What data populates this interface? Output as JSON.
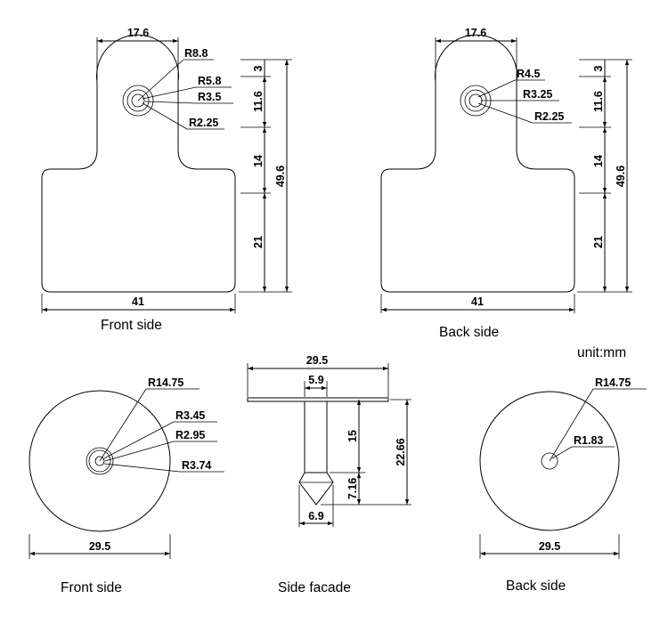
{
  "unit_label": "unit:mm",
  "captions": {
    "front_tag": "Front side",
    "back_tag": "Back side",
    "front_button": "Front side",
    "side_button": "Side facade",
    "back_button": "Back side"
  },
  "front_tag": {
    "top_width": "17.6",
    "r_outer": "R8.8",
    "r_ring": "R5.8",
    "r_hole": "R3.5",
    "r_inner": "R2.25",
    "d_top": "3",
    "d_neck": "11.6",
    "d_shoulder": "14",
    "d_body": "21",
    "d_total": "49.6",
    "bottom_width": "41"
  },
  "back_tag": {
    "top_width": "17.6",
    "r_outer": "R4.5",
    "r_mid": "R3.25",
    "r_inner": "R2.25",
    "d_top": "3",
    "d_neck": "11.6",
    "d_shoulder": "14",
    "d_body": "21",
    "d_total": "49.6",
    "bottom_width": "41"
  },
  "front_button": {
    "r_outer": "R14.75",
    "r_a": "R3.45",
    "r_b": "R2.95",
    "r_c": "R3.74",
    "width": "29.5"
  },
  "side_facade": {
    "width": "29.5",
    "stem_width": "5.9",
    "stem_height": "15",
    "tip_height": "7.16",
    "total_height": "22.66",
    "tip_width": "6.9"
  },
  "back_button": {
    "r_outer": "R14.75",
    "r_hole": "R1.83",
    "width": "29.5"
  }
}
